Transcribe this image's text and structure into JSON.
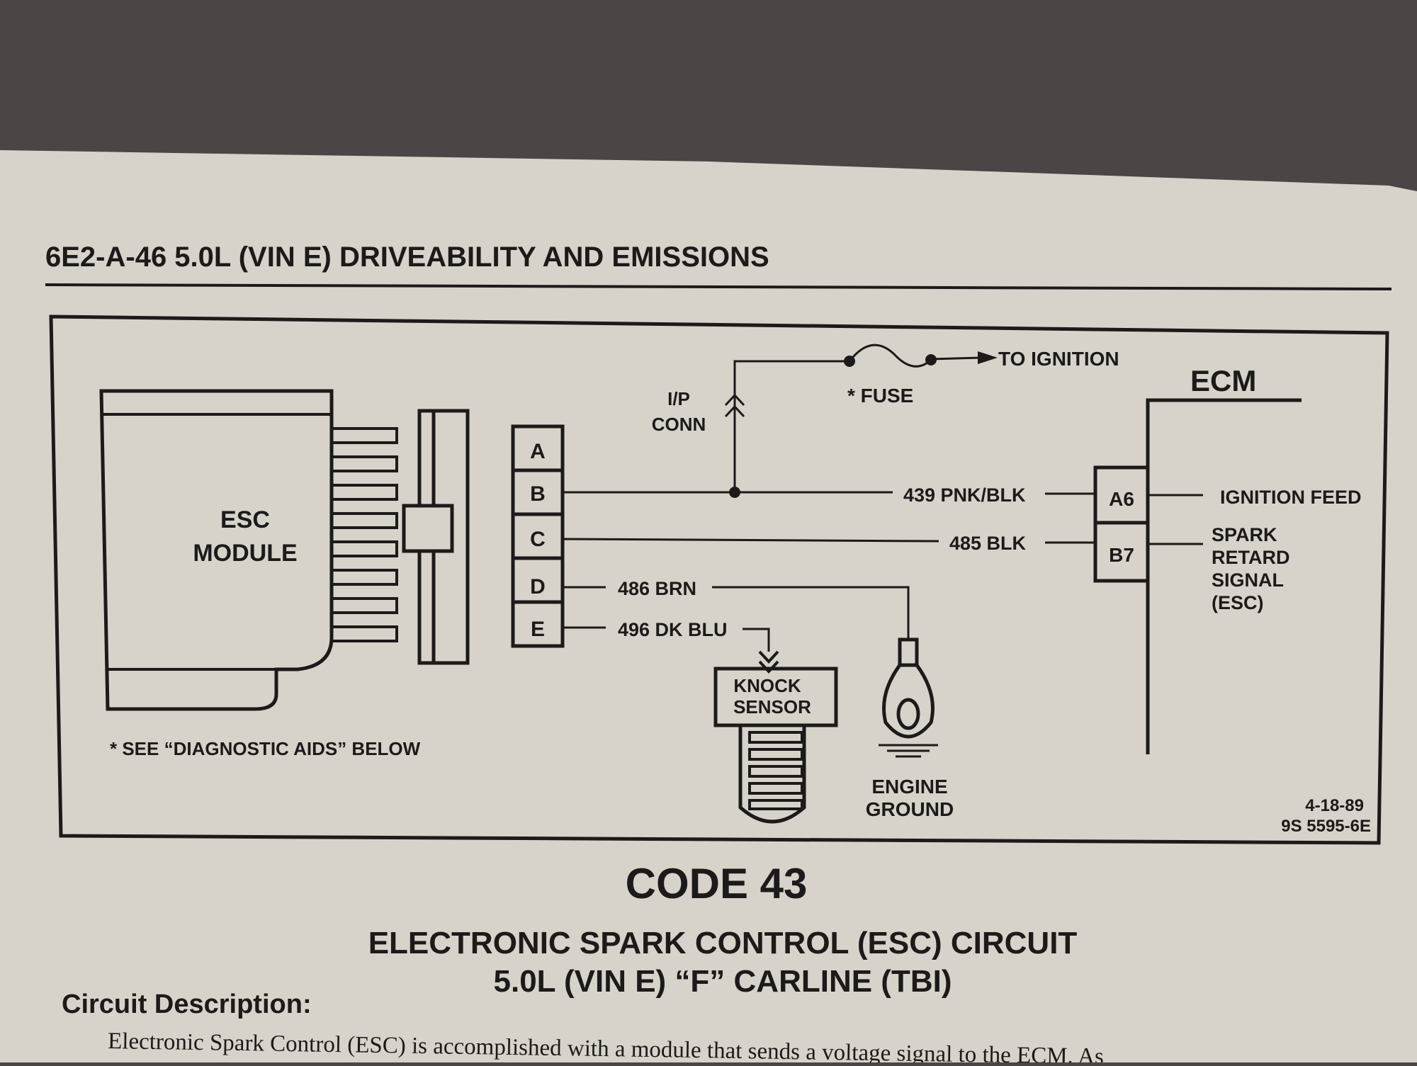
{
  "header": {
    "title": "6E2-A-46  5.0L  (VIN E)  DRIVEABILITY AND EMISSIONS"
  },
  "diagram": {
    "esc_module": [
      "ESC",
      "MODULE"
    ],
    "pins": [
      "A",
      "B",
      "C",
      "D",
      "E"
    ],
    "ip_conn": [
      "I/P",
      "CONN"
    ],
    "fuse": "* FUSE",
    "to_ignition": "TO IGNITION",
    "ecm": "ECM",
    "ecm_pins": [
      "A6",
      "B7"
    ],
    "wires": [
      "439 PNK/BLK",
      "485 BLK",
      "486 BRN",
      "496 DK BLU"
    ],
    "ecm_labels": {
      "a6": "IGNITION FEED",
      "b7": [
        "SPARK",
        "RETARD",
        "SIGNAL",
        "(ESC)"
      ]
    },
    "knock_sensor": [
      "KNOCK",
      "SENSOR"
    ],
    "engine_ground": [
      "ENGINE",
      "GROUND"
    ],
    "note": "* SEE “DIAGNOSTIC AIDS” BELOW",
    "date": "4-18-89",
    "ref": "9S 5595-6E"
  },
  "caption": {
    "code": "CODE 43",
    "line1": "ELECTRONIC SPARK CONTROL (ESC) CIRCUIT",
    "line2": "5.0L  (VIN E)  “F”  CARLINE  (TBI)"
  },
  "section": {
    "heading": "Circuit Description:",
    "body": "Electronic Spark Control (ESC) is accomplished with a module that sends a voltage signal to the ECM. As"
  }
}
